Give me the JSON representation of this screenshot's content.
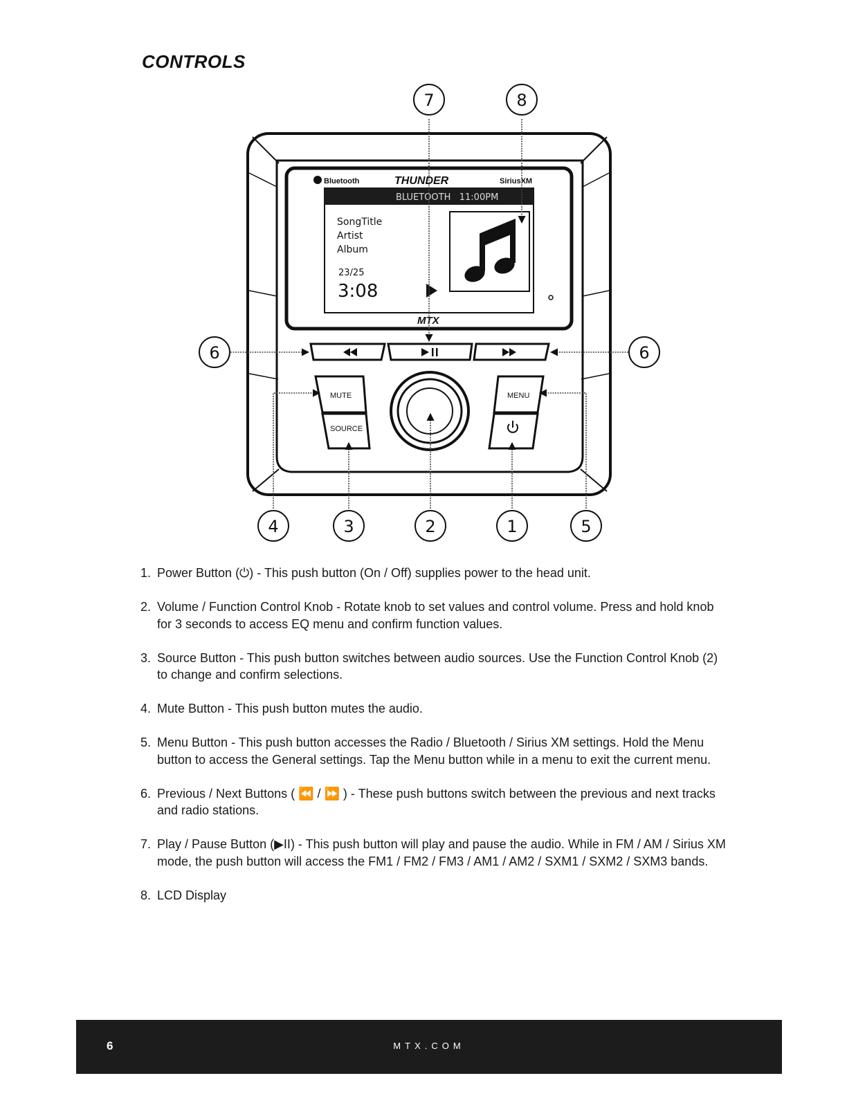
{
  "page": {
    "title": "CONTROLS",
    "page_number": "6",
    "footer_site": "MTX.COM"
  },
  "device": {
    "bluetooth_logo": "Bluetooth",
    "brand_logo": "THUNDER",
    "sirius_logo": "SiriusXM",
    "maker_logo": "MTX",
    "display": {
      "header": "BLUETOOTH   11:00PM",
      "song_title": "SongTitle",
      "artist": "Artist",
      "album": "Album",
      "track": "23/25",
      "time": "3:08"
    },
    "buttons": {
      "mute": "MUTE",
      "source": "SOURCE",
      "menu": "MENU"
    }
  },
  "callouts": {
    "c1": "1",
    "c2": "2",
    "c3": "3",
    "c4": "4",
    "c5": "5",
    "c6_left": "6",
    "c6_right": "6",
    "c7": "7",
    "c8": "8"
  },
  "items": [
    {
      "num": "1.",
      "text": "Power Button (⏻) - This push button (On / Off) supplies power to the head unit."
    },
    {
      "num": "2.",
      "text": "Volume / Function Control Knob - Rotate knob to set values and control volume. Press and hold knob for 3 seconds to access EQ menu and confirm function values."
    },
    {
      "num": "3.",
      "text": "Source Button - This push button switches between audio sources. Use the Function Control Knob (2) to change and confirm selections."
    },
    {
      "num": "4.",
      "text": "Mute Button - This push button mutes the audio."
    },
    {
      "num": "5.",
      "text": "Menu Button - This push button accesses the Radio / Bluetooth / Sirius XM settings. Hold the Menu button to access the General settings. Tap the Menu button while in a menu to exit the current menu."
    },
    {
      "num": "6.",
      "text": "Previous / Next Buttons ( ⏪ / ⏩ ) - These push buttons switch between the previous and next tracks and radio stations."
    },
    {
      "num": "7.",
      "text": "Play / Pause Button (▶II) - This push button will play and pause the audio. While in FM / AM / Sirius XM mode, the push button will access the FM1 / FM2 / FM3 / AM1 / AM2 / SXM1 / SXM2 / SXM3 bands."
    },
    {
      "num": "8.",
      "text": "LCD Display"
    }
  ]
}
